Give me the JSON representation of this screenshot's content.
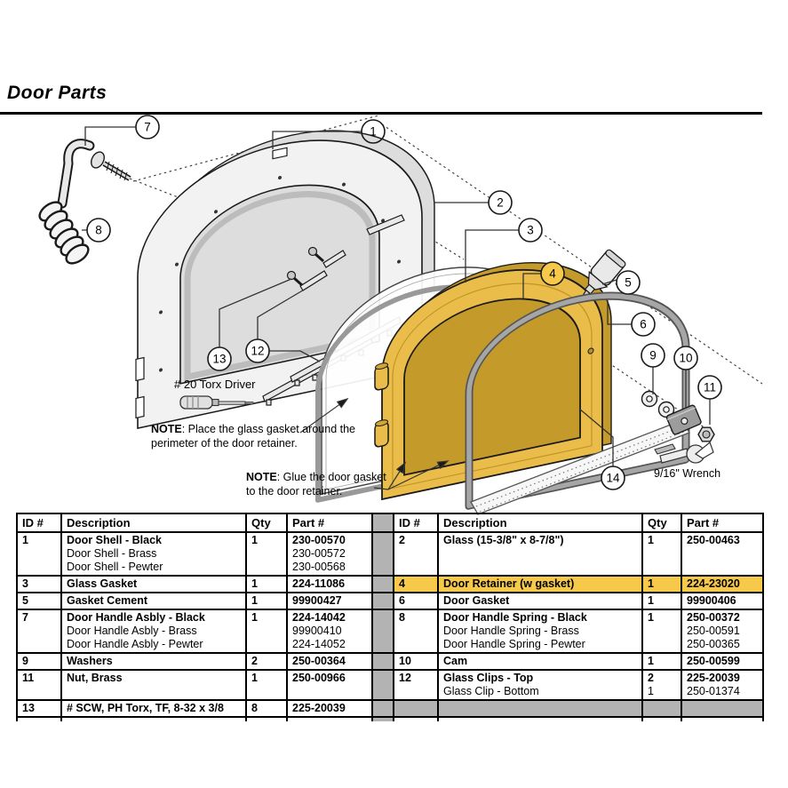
{
  "page": {
    "title": "Door Parts"
  },
  "diagram": {
    "callouts": [
      "1",
      "2",
      "3",
      "4",
      "5",
      "6",
      "7",
      "8",
      "9",
      "10",
      "11",
      "12",
      "13",
      "14"
    ],
    "notes": {
      "note1_label": "NOTE",
      "note1_text1": ": Place the glass gasket around the",
      "note1_text2": "perimeter of the door retainer.",
      "note2_label": "NOTE",
      "note2_text1": ": Glue the door gasket",
      "note2_text2": "to the door retainer."
    },
    "tools": {
      "torx": "# 20 Torx Driver",
      "wrench": "9/16\" Wrench"
    },
    "colors": {
      "highlight": "#F6C94B",
      "retainer_gold": "#EABD4B",
      "gasket_grey": "#999999",
      "spacer_grey": "#b3b3b3"
    }
  },
  "table": {
    "headers": {
      "id": "ID #",
      "desc": "Description",
      "qty": "Qty",
      "part": "Part #"
    },
    "left_rows": [
      {
        "id": "1",
        "desc": [
          "Door Shell - Black",
          "Door Shell - Brass",
          "Door Shell - Pewter"
        ],
        "qty": [
          "1"
        ],
        "part": [
          "230-00570",
          "230-00572",
          "230-00568"
        ]
      },
      {
        "id": "3",
        "desc": [
          "Glass Gasket"
        ],
        "qty": [
          "1"
        ],
        "part": [
          "224-11086"
        ]
      },
      {
        "id": "5",
        "desc": [
          "Gasket Cement"
        ],
        "qty": [
          "1"
        ],
        "part": [
          "99900427"
        ]
      },
      {
        "id": "7",
        "desc": [
          "Door Handle Asbly - Black",
          "Door Handle Asbly - Brass",
          "Door Handle Asbly - Pewter"
        ],
        "qty": [
          "1"
        ],
        "part": [
          "224-14042",
          "99900410",
          "224-14052"
        ]
      },
      {
        "id": "9",
        "desc": [
          "Washers"
        ],
        "qty": [
          "2"
        ],
        "part": [
          "250-00364"
        ]
      },
      {
        "id": "11",
        "desc": [
          "Nut, Brass",
          ""
        ],
        "qty": [
          "1"
        ],
        "part": [
          "250-00966"
        ]
      },
      {
        "id": "13",
        "desc": [
          "# SCW, PH Torx, TF, 8-32 x 3/8"
        ],
        "qty": [
          "8"
        ],
        "part": [
          "225-20039"
        ]
      }
    ],
    "right_rows": [
      {
        "id": "2",
        "desc": [
          "Glass (15-3/8\" x 8-7/8\")",
          "",
          ""
        ],
        "qty": [
          "1"
        ],
        "part": [
          "250-00463",
          "",
          ""
        ]
      },
      {
        "id": "4",
        "desc": [
          "Door Retainer (w gasket)"
        ],
        "qty": [
          "1"
        ],
        "part": [
          "224-23020"
        ]
      },
      {
        "id": "6",
        "desc": [
          "Door Gasket"
        ],
        "qty": [
          "1"
        ],
        "part": [
          "99900406"
        ]
      },
      {
        "id": "8",
        "desc": [
          "Door Handle Spring - Black",
          "Door Handle Spring - Brass",
          "Door Handle Spring - Pewter"
        ],
        "qty": [
          "1"
        ],
        "part": [
          "250-00372",
          "250-00591",
          "250-00365"
        ]
      },
      {
        "id": "10",
        "desc": [
          "Cam"
        ],
        "qty": [
          "1"
        ],
        "part": [
          "250-00599"
        ]
      },
      {
        "id": "12",
        "desc": [
          "Glass Clips - Top",
          "Glass Clip - Bottom"
        ],
        "qty": [
          "2",
          "1"
        ],
        "part": [
          "225-20039",
          "250-01374"
        ]
      },
      {
        "id": "",
        "desc": [
          ""
        ],
        "qty": [
          ""
        ],
        "part": [
          ""
        ]
      }
    ]
  }
}
